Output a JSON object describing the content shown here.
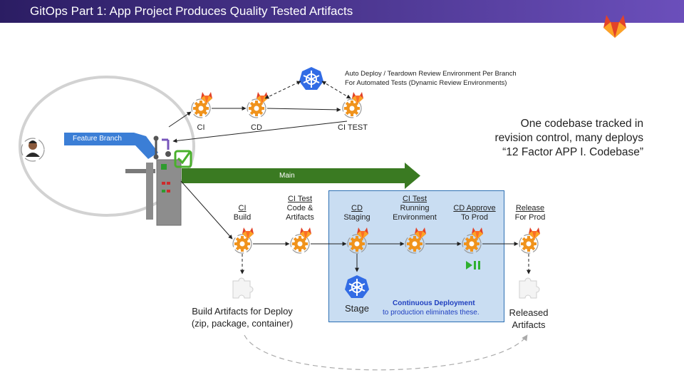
{
  "header": {
    "title": "GitOps Part 1: App Project Produces Quality Tested Artifacts"
  },
  "colors": {
    "header_start": "#2b1d63",
    "header_end": "#6b4fbb",
    "main_branch": "#3a7a22",
    "feature_branch": "#3b7ed6",
    "gear": "#f0931c",
    "fox": "#e24329",
    "cd_box": "#c9ddf2",
    "check": "#49b02b",
    "k8s": "#326ce5"
  },
  "review_env": {
    "line1": "Auto Deploy / Teardown Review Environment Per Branch",
    "line2": "For Automated Tests (Dynamic Review Environments)",
    "ci_label": "CI",
    "cd_label": "CD",
    "citest_label": "CI TEST"
  },
  "branches": {
    "feature": "Feature Branch",
    "main": "Main"
  },
  "side_text": {
    "line1": "One codebase tracked in",
    "line2": "revision control, many deploys",
    "line3": "“12 Factor APP I. Codebase”"
  },
  "stages": {
    "ci_title": "CI",
    "ci_sub": "Build",
    "citest_title": "CI Test",
    "citest_sub1": "Code &",
    "citest_sub2": "Artifacts",
    "cd_title": "CD",
    "cd_sub": "Staging",
    "citest2_title": "CI Test",
    "citest2_sub1": "Running",
    "citest2_sub2": "Environment",
    "approve_title": "CD Approve",
    "approve_sub": "To Prod",
    "release_title": "Release",
    "release_sub": "For Prod"
  },
  "artifacts": {
    "build1": "Build Artifacts for Deploy",
    "build2": "(zip, package, container)",
    "stage": "Stage",
    "released1": "Released",
    "released2": "Artifacts"
  },
  "cd_note": {
    "bold": "Continuous Deployment",
    "text": "to production eliminates these."
  },
  "icons": [
    "gitlab-fox-icon",
    "gear-icon",
    "kubernetes-icon",
    "puzzle-icon",
    "check-icon",
    "play-pause-icon",
    "developer-avatar-icon",
    "turnstile-icon",
    "merge-icon"
  ]
}
